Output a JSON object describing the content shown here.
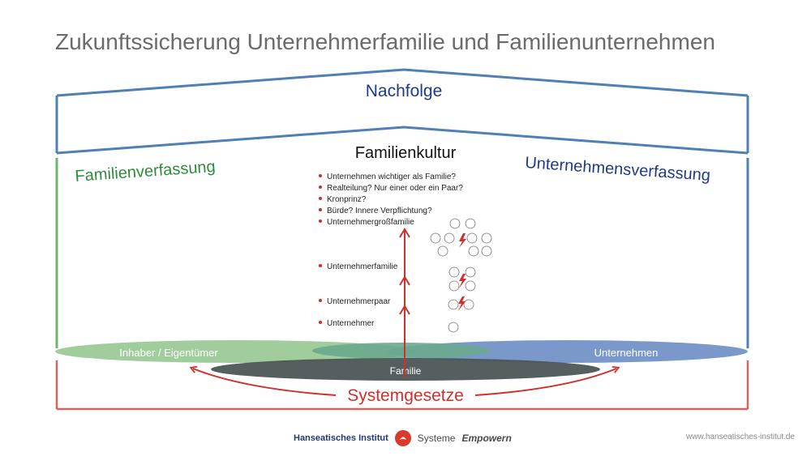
{
  "title": "Zukunftssicherung Unternehmerfamilie und Familienunternehmen",
  "roof": {
    "label": "Nachfolge"
  },
  "left_pillar": {
    "label": "Familienverfassung"
  },
  "right_pillar": {
    "label": "Unternehmensverfassung"
  },
  "culture": {
    "heading": "Familienkultur",
    "questions": [
      "Unternehmen wichtiger als Familie?",
      "Realteilung? Nur einer oder ein Paar?",
      "Kronprinz?",
      "Bürde? Innere Verpflichtung?"
    ],
    "stages": [
      "Unternehmergroßfamilie",
      "Unternehmerfamilie",
      "Unternehmerpaar",
      "Unternehmer"
    ]
  },
  "ellipses": {
    "owner": "Inhaber / Eigentümer",
    "company": "Unternehmen",
    "family": "Familie"
  },
  "foundation": {
    "label": "Systemgesetze"
  },
  "footer": {
    "brand_name": "Hanseatisches Institut",
    "brand_tag_regular": "Systeme",
    "brand_tag_bold": "Empowern",
    "url": "www.hanseatisches-institut.de"
  },
  "colors": {
    "blue_frame": "#4f7fb4",
    "green_frame": "#6fb46a",
    "red": "#d0302b",
    "navy_text": "#1f3a8a",
    "green_text": "#2e8b3a",
    "owner_ellipse": "#8fc48a",
    "company_ellipse": "#6b8ec4",
    "family_ellipse": "#505a5a"
  }
}
